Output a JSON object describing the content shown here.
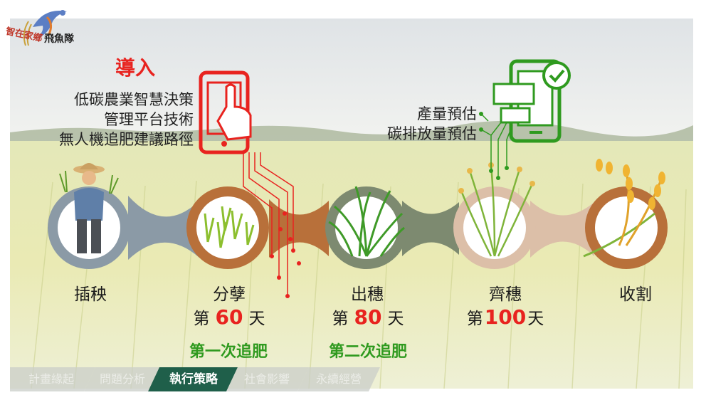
{
  "logo": {
    "text_left": "智在家鄉",
    "text_right": "飛魚隊",
    "colors": {
      "swoosh": "#5b7ec4",
      "accent": "#c0392b"
    }
  },
  "intro": {
    "title": "導入",
    "lines": [
      "低碳農業智慧決策",
      "管理平台技術",
      "無人機追肥建議路徑"
    ]
  },
  "predict": {
    "lines": [
      "產量預估",
      "碳排放量預估"
    ]
  },
  "stages": [
    {
      "label": "插秧",
      "icon": "farmer-icon"
    },
    {
      "label": "分孽",
      "icon": "seedling-icon",
      "day_prefix": "第",
      "day_num": "60",
      "day_suffix": "天",
      "fertilize": "第一次追肥"
    },
    {
      "label": "出穗",
      "icon": "rice-plant-icon",
      "day_prefix": "第",
      "day_num": "80",
      "day_suffix": "天",
      "fertilize": "第二次追肥"
    },
    {
      "label": "齊穗",
      "icon": "rice-ear-icon",
      "day_prefix": "第",
      "day_num": "100",
      "day_suffix": "天"
    },
    {
      "label": "收割",
      "icon": "wheat-icon"
    }
  ],
  "tabs": [
    {
      "label": "計畫緣起",
      "active": false
    },
    {
      "label": "問題分析",
      "active": false
    },
    {
      "label": "執行策略",
      "active": true
    },
    {
      "label": "社會影響",
      "active": false
    },
    {
      "label": "永續經營",
      "active": false
    }
  ],
  "colors": {
    "red": "#e8231f",
    "green": "#2f9a1f",
    "tab_active": "#1f5f4a",
    "tab_inactive": "#c9cec8"
  }
}
